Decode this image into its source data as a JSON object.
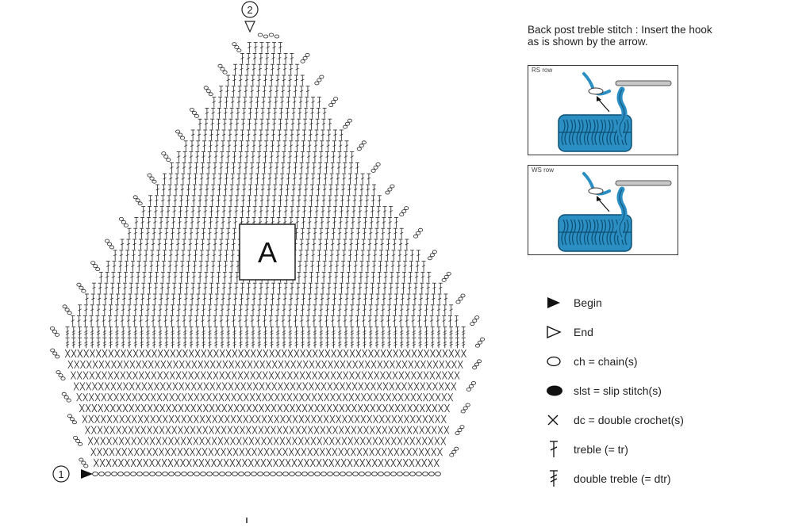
{
  "diagram": {
    "start_marker": "1",
    "end_marker": "2",
    "section_label": "A"
  },
  "instructions": {
    "title_line1": "Back post treble stitch : Insert the hook",
    "title_line2": "as is shown by the arrow."
  },
  "panels": [
    {
      "label": "RS row"
    },
    {
      "label": "WS row"
    }
  ],
  "legend": [
    {
      "icon": "filled-triangle-icon",
      "text": "Begin"
    },
    {
      "icon": "outline-triangle-icon",
      "text": "End"
    },
    {
      "icon": "open-oval-icon",
      "text": "ch = chain(s)"
    },
    {
      "icon": "filled-oval-icon",
      "text": "slst = slip stitch(s)"
    },
    {
      "icon": "x-mark-icon",
      "text": "dc = double crochet(s)"
    },
    {
      "icon": "treble-symbol-icon",
      "text": "treble (= tr)"
    },
    {
      "icon": "double-treble-symbol-icon",
      "text": "double treble (= dtr)"
    }
  ],
  "colors": {
    "line": "#222222",
    "yarn": "#2b8fc4",
    "hook": "#c8c8c8"
  }
}
